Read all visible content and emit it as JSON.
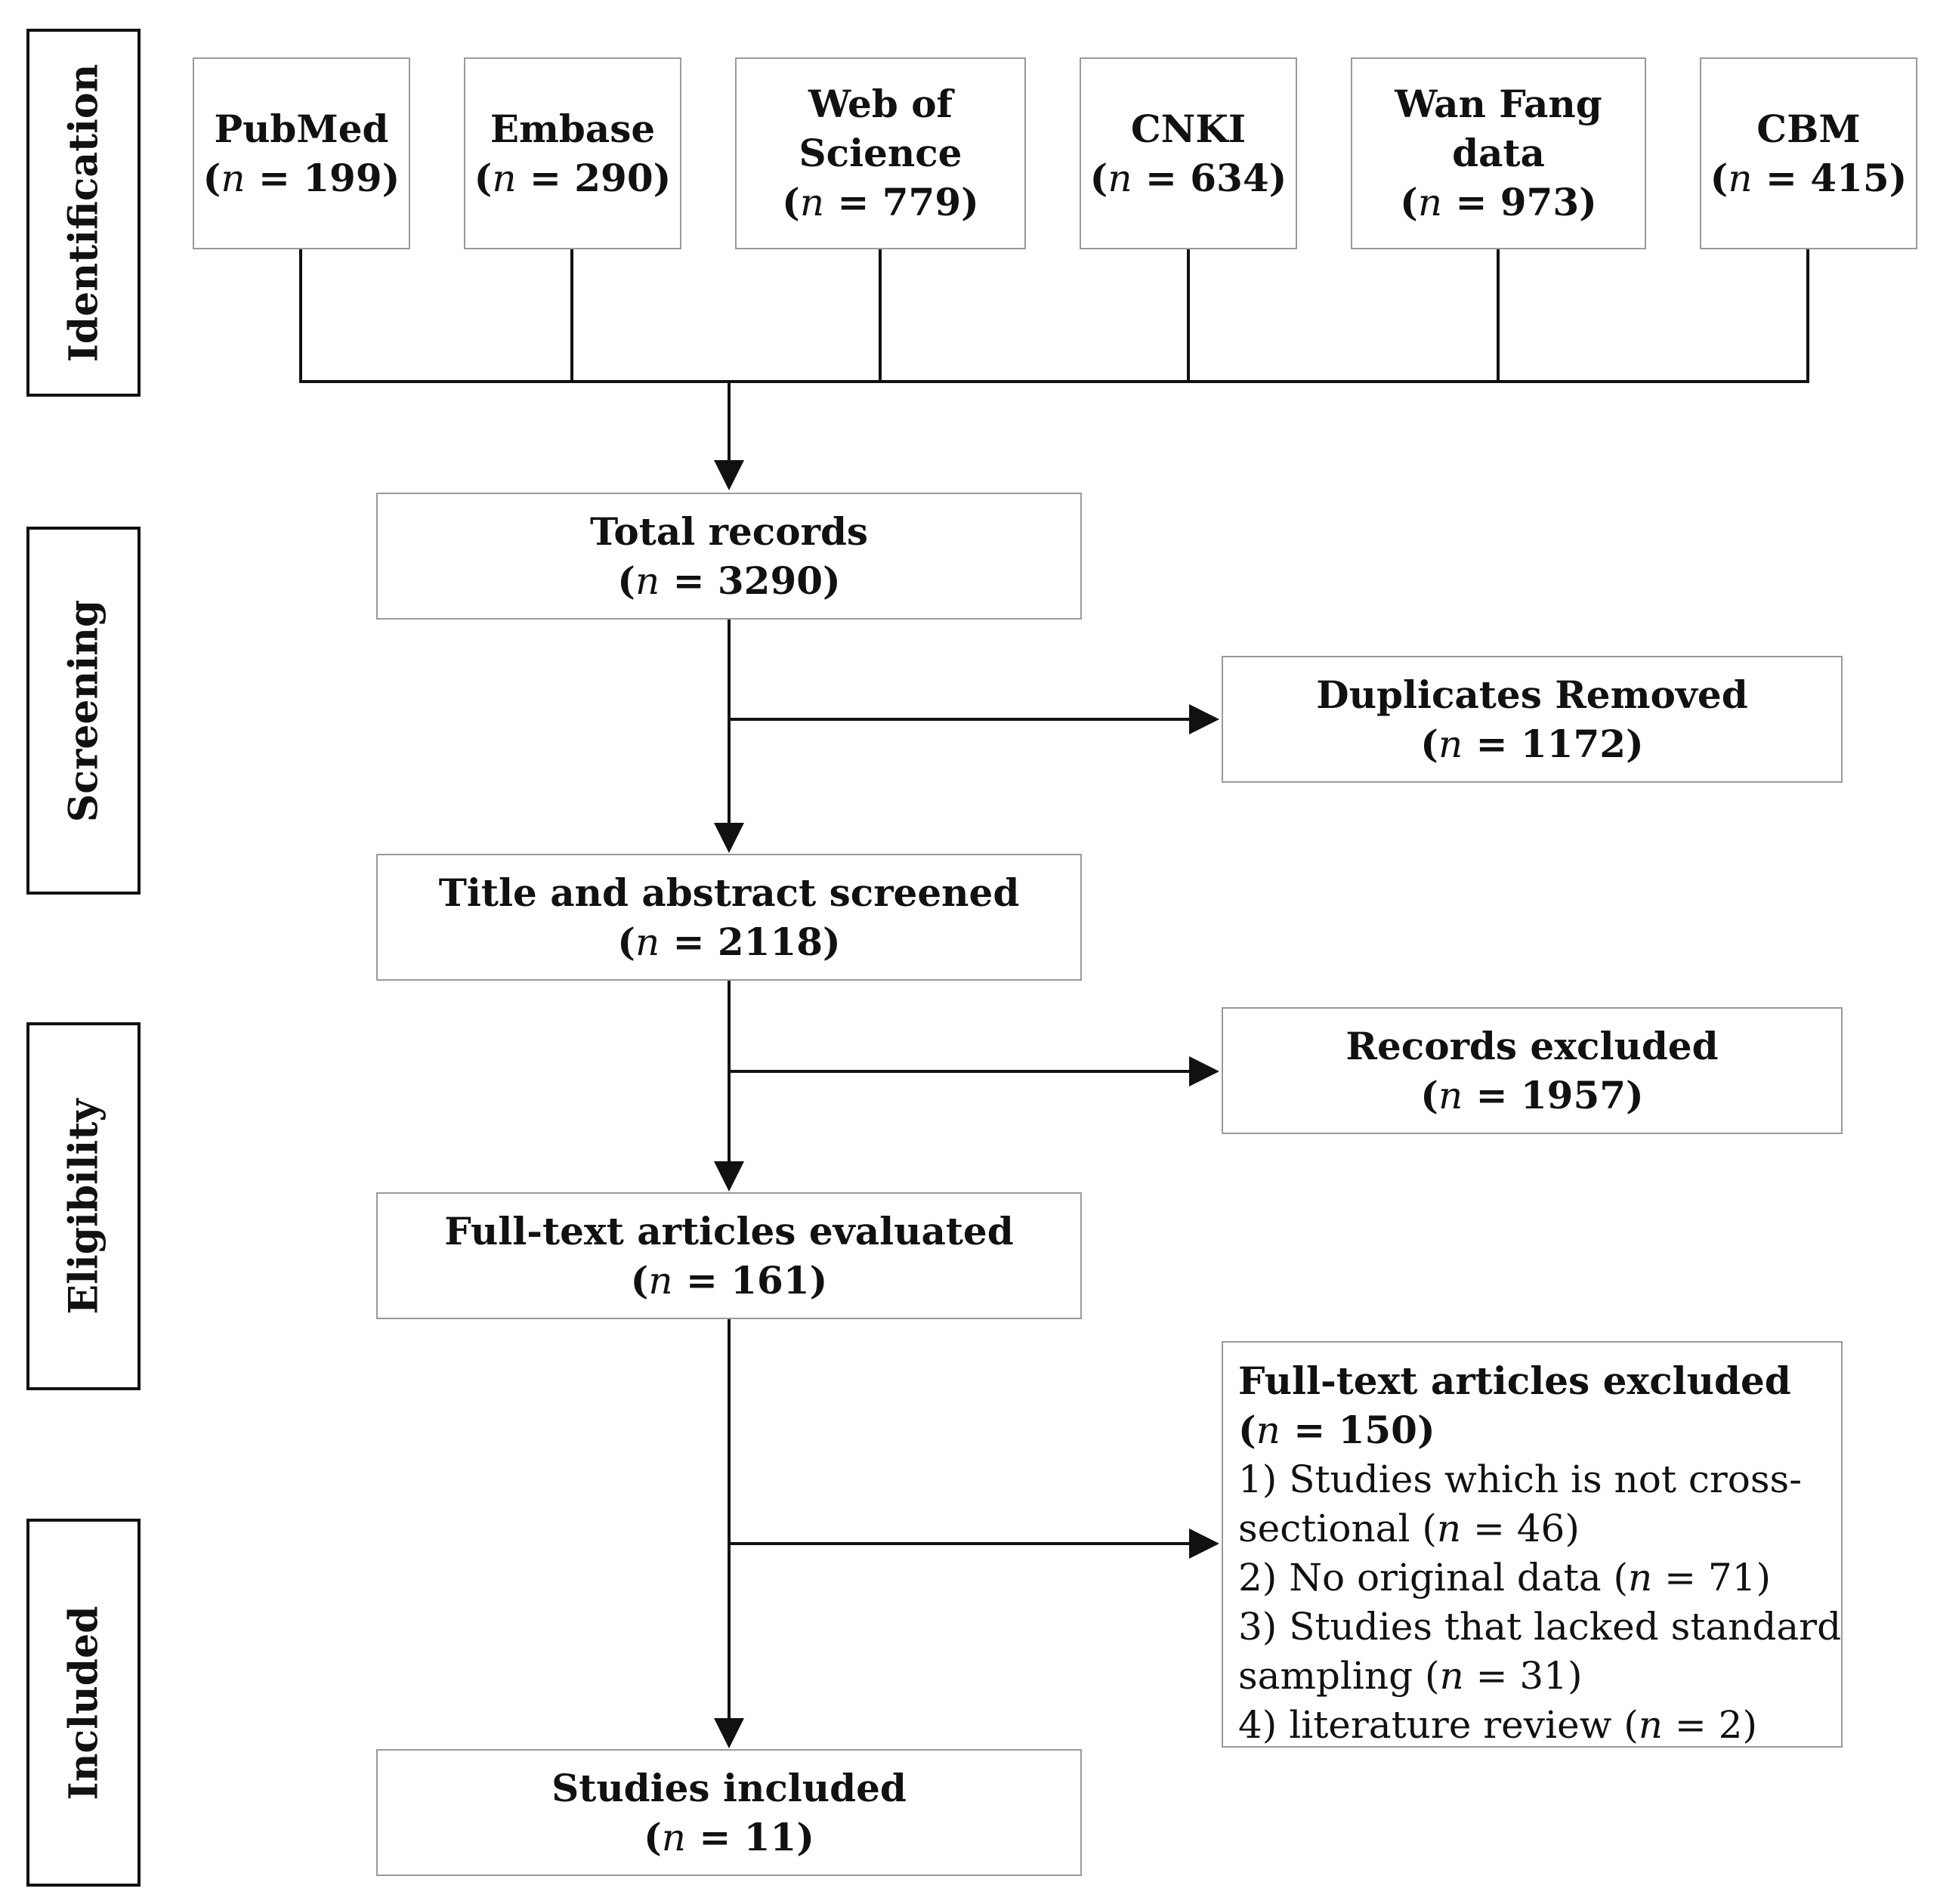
{
  "stages": [
    {
      "label": "Identification"
    },
    {
      "label": "Screening"
    },
    {
      "label": "Eligibility"
    },
    {
      "label": "Included"
    }
  ],
  "sources": [
    {
      "name_lines": [
        "PubMed"
      ],
      "count": "199"
    },
    {
      "name_lines": [
        "Embase"
      ],
      "count": "290"
    },
    {
      "name_lines": [
        "Web of",
        "Science"
      ],
      "count": "779"
    },
    {
      "name_lines": [
        "CNKI"
      ],
      "count": "634"
    },
    {
      "name_lines": [
        "Wan Fang",
        "data"
      ],
      "count": "973"
    },
    {
      "name_lines": [
        "CBM"
      ],
      "count": "415"
    }
  ],
  "flow": {
    "total": {
      "title": "Total records",
      "count": "3290"
    },
    "duplicates": {
      "title": "Duplicates Removed",
      "count": "1172"
    },
    "screened": {
      "title": "Title and abstract screened",
      "count": "2118"
    },
    "excluded": {
      "title": "Records excluded",
      "count": "1957"
    },
    "fulltext": {
      "title": "Full-text articles evaluated",
      "count": "161"
    },
    "included": {
      "title": "Studies included",
      "count": "11"
    }
  },
  "fulltext_excluded": {
    "title": "Full-text articles excluded",
    "count": "150",
    "reasons": [
      {
        "pre": "1) Studies which is not cross-",
        "n": null,
        "post": ""
      },
      {
        "pre": "sectional (",
        "n": "46",
        "post": ")"
      },
      {
        "pre": "2) No original data (",
        "n": "71",
        "post": ")"
      },
      {
        "pre": "3) Studies that lacked standard",
        "n": null,
        "post": ""
      },
      {
        "pre": "sampling (",
        "n": "31",
        "post": ")"
      },
      {
        "pre": "4) literature review (",
        "n": "2",
        "post": ")"
      }
    ]
  },
  "n_symbol": "n",
  "colors": {
    "line": "#111111",
    "box_border": "#9a9a9a"
  }
}
